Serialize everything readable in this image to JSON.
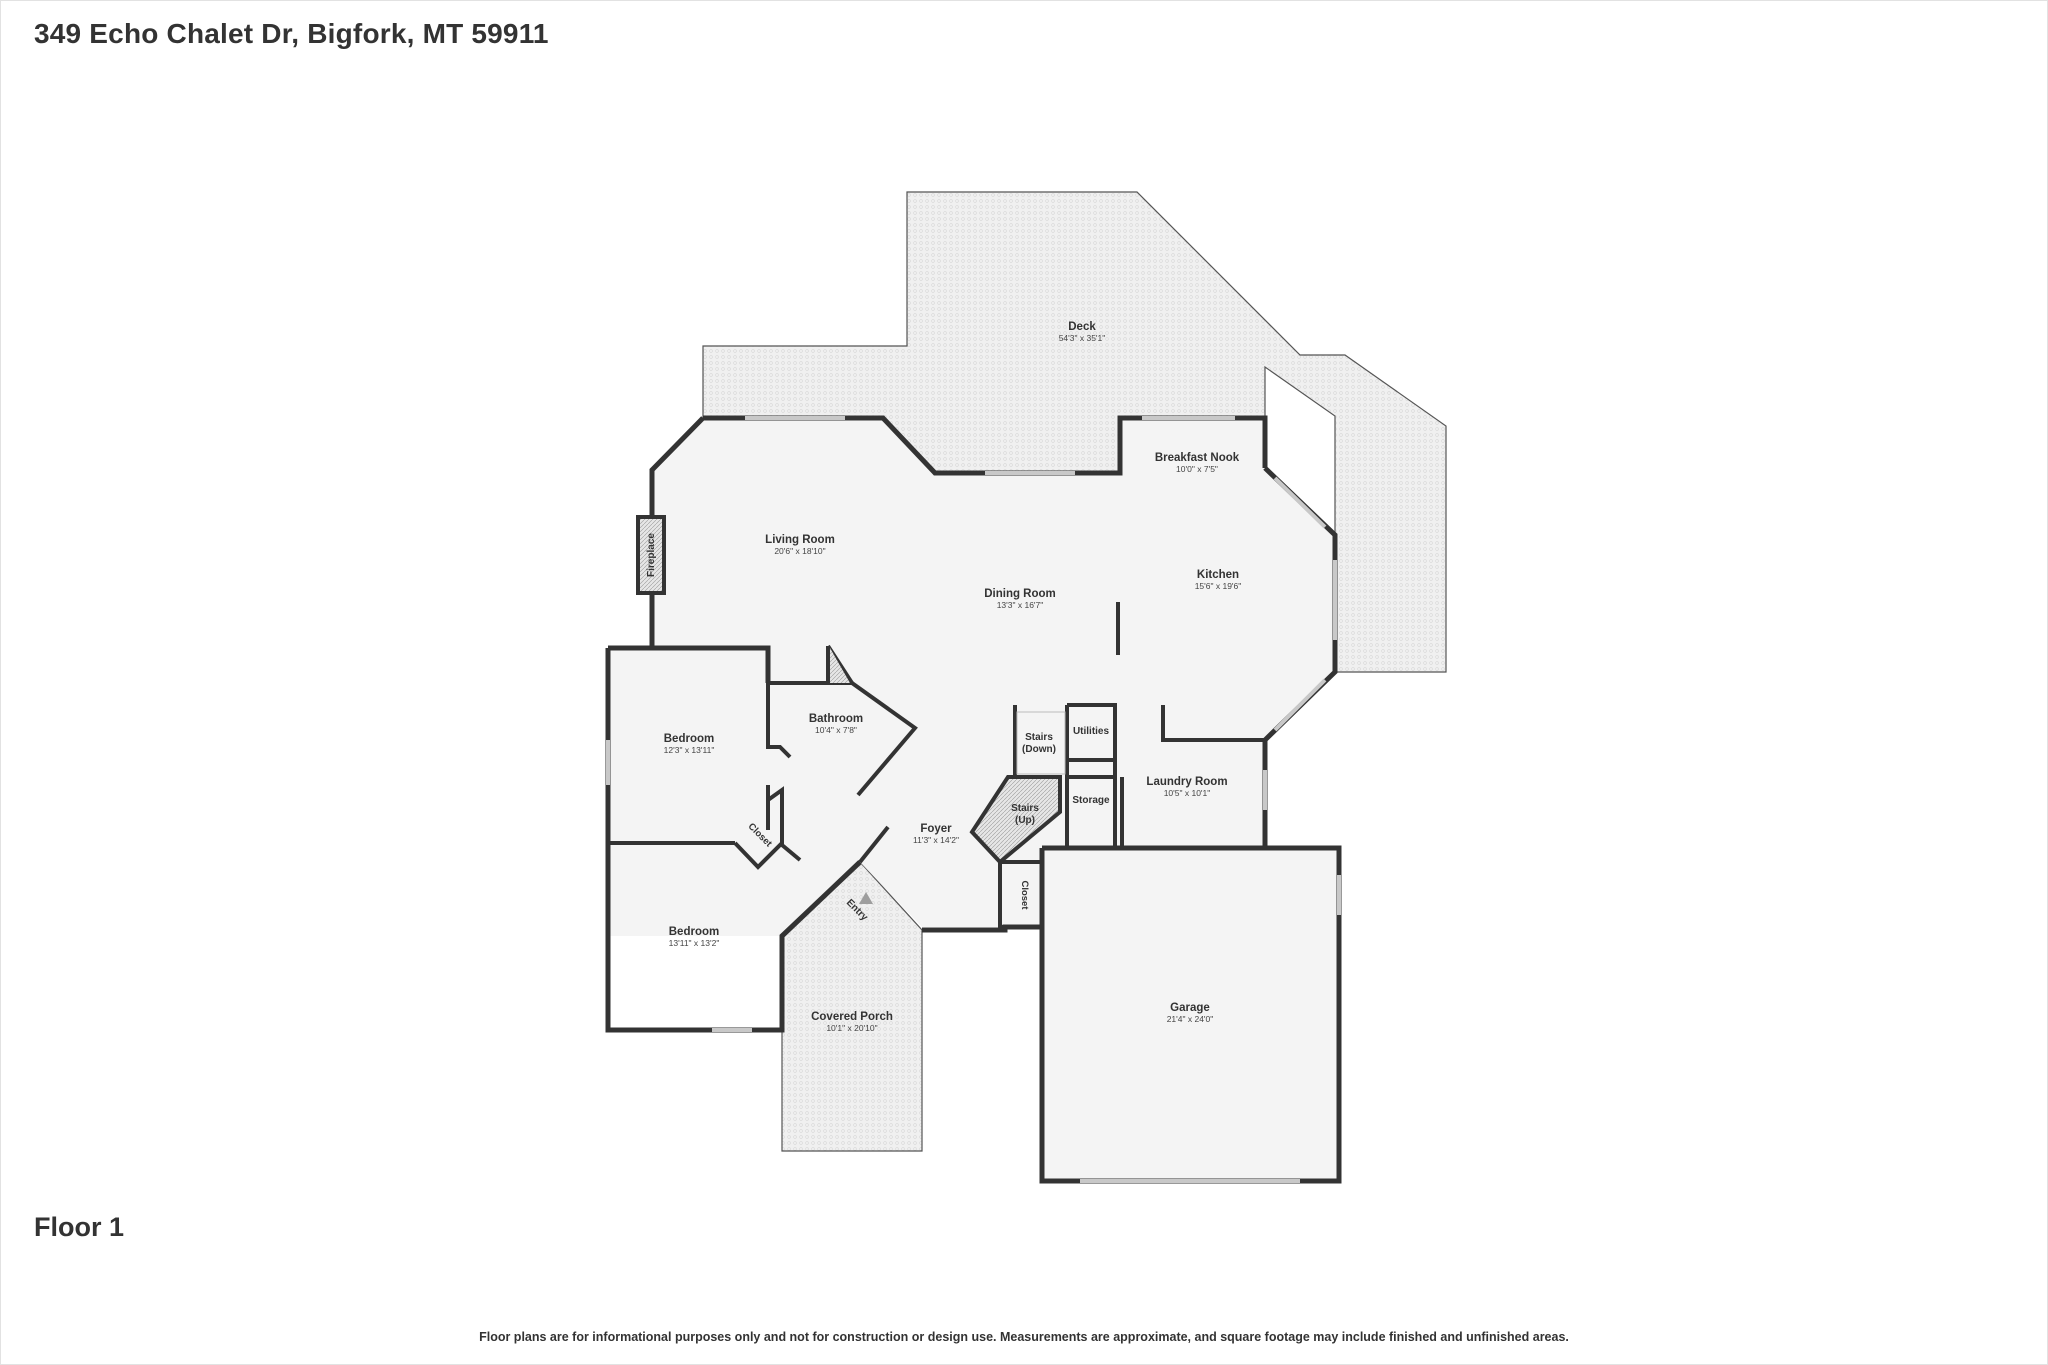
{
  "header": {
    "address": "349 Echo Chalet Dr, Bigfork, MT 59911"
  },
  "floor": {
    "label": "Floor 1"
  },
  "footer": {
    "disclaimer": "Floor plans are for informational purposes only and not for construction or design use. Measurements are approximate, and square footage may include finished and unfinished areas."
  },
  "rooms": {
    "deck": {
      "name": "Deck",
      "dim": "54'3\" x 35'1\""
    },
    "breakfast_nook": {
      "name": "Breakfast Nook",
      "dim": "10'0\" x 7'5\""
    },
    "living_room": {
      "name": "Living Room",
      "dim": "20'6\" x 18'10\""
    },
    "dining_room": {
      "name": "Dining Room",
      "dim": "13'3\" x 16'7\""
    },
    "kitchen": {
      "name": "Kitchen",
      "dim": "15'6\" x 19'6\""
    },
    "fireplace": {
      "name": "Fireplace"
    },
    "bathroom": {
      "name": "Bathroom",
      "dim": "10'4\" x 7'8\""
    },
    "bedroom_1": {
      "name": "Bedroom",
      "dim": "12'3\" x 13'11\""
    },
    "bedroom_2": {
      "name": "Bedroom",
      "dim": "13'11\" x 13'2\""
    },
    "closet_1": {
      "name": "Closet"
    },
    "closet_2": {
      "name": "Closet"
    },
    "utilities": {
      "name": "Utilities"
    },
    "stairs_down": {
      "line1": "Stairs",
      "line2": "(Down)"
    },
    "stairs_up": {
      "line1": "Stairs",
      "line2": "(Up)"
    },
    "storage": {
      "name": "Storage"
    },
    "laundry_room": {
      "name": "Laundry Room",
      "dim": "10'5\" x 10'1\""
    },
    "foyer": {
      "name": "Foyer",
      "dim": "11'3\" x 14'2\""
    },
    "entry": {
      "name": "Entry"
    },
    "covered_porch": {
      "name": "Covered Porch",
      "dim": "10'1\" x 20'10\""
    },
    "garage": {
      "name": "Garage",
      "dim": "21'4\" x 24'0\""
    }
  },
  "colors": {
    "wall": "#333333",
    "floor_fill": "#f4f4f4",
    "outdoor_fill": "#efefef",
    "window": "#bdbdbd"
  }
}
